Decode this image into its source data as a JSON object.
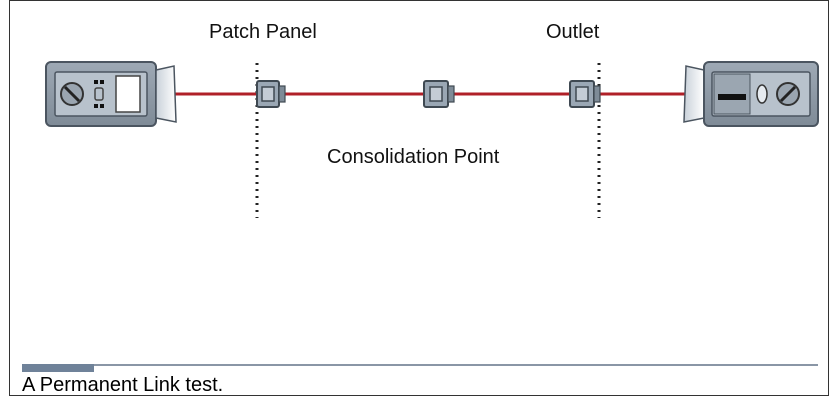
{
  "labels": {
    "patch_panel": "Patch Panel",
    "outlet": "Outlet",
    "consolidation_point": "Consolidation Point"
  },
  "caption": "A Permanent Link test.",
  "colors": {
    "cable": "#b02028",
    "device_body": "#8e9aa6",
    "device_face": "#b8c2cc",
    "connector": "#9aa7b4",
    "caption_rule": "#8a96a6"
  },
  "icons": {
    "left_device": "tester-main-unit-icon",
    "right_device": "tester-remote-unit-icon",
    "connector": "rj45-jack-icon"
  }
}
